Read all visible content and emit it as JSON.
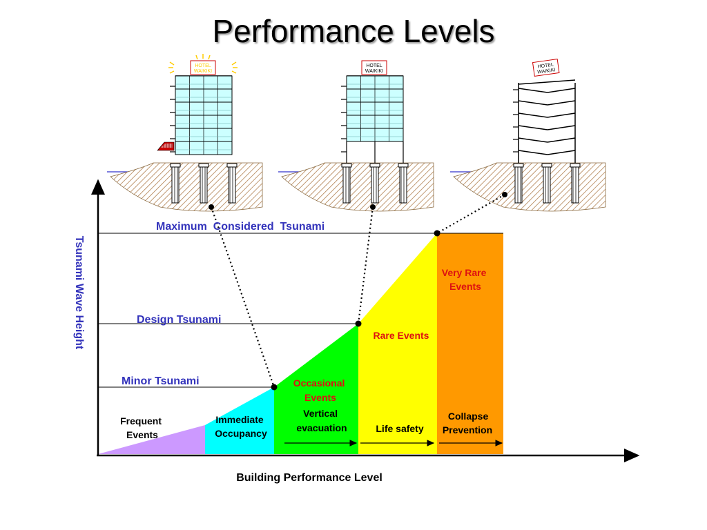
{
  "title": "Performance Levels",
  "axes": {
    "y_label": "Tsunami Wave Height",
    "x_label": "Building Performance Level"
  },
  "tsunami_levels": [
    {
      "key": "max",
      "label": "Maximum  Considered  Tsunami"
    },
    {
      "key": "design",
      "label": "Design Tsunami"
    },
    {
      "key": "minor",
      "label": "Minor Tsunami"
    }
  ],
  "event_zones": [
    {
      "key": "frequent",
      "lines": [
        "Frequent",
        "Events"
      ],
      "color": "#cc99ff"
    },
    {
      "key": "occasional",
      "lines": [
        "Occasional",
        "Events"
      ],
      "color": "#00ff00"
    },
    {
      "key": "rare",
      "lines": [
        "Rare Events"
      ],
      "color": "#ffff00"
    },
    {
      "key": "very_rare",
      "lines": [
        "Very Rare",
        "Events"
      ],
      "color": "#ff9900"
    }
  ],
  "performance_levels": [
    {
      "key": "immediate",
      "lines": [
        "Immediate",
        "Occupancy"
      ],
      "color": "#00ffff"
    },
    {
      "key": "vertical",
      "lines": [
        "Vertical",
        "evacuation"
      ],
      "color": "#00ff00"
    },
    {
      "key": "life_safety",
      "lines": [
        "Life safety"
      ],
      "color": "#ffff00"
    },
    {
      "key": "collapse",
      "lines": [
        "Collapse",
        "Prevention"
      ],
      "color": "#ff9900"
    }
  ],
  "buildings": [
    {
      "key": "building-1",
      "sign": [
        "HOTEL",
        "WAIKIKI"
      ],
      "state": "flooded-light"
    },
    {
      "key": "building-2",
      "sign": [
        "HOTEL",
        "WAIKIKI"
      ],
      "state": "flooded-lower"
    },
    {
      "key": "building-3",
      "sign": [
        "HOTEL",
        "WAIKIKI"
      ],
      "state": "damaged"
    }
  ],
  "colors": {
    "label_blue": "#3333bb",
    "label_red": "#dd1111",
    "glass": "#ccffff",
    "soil": "#cc9966",
    "sign_red": "#cc0000",
    "sun_yellow": "#ffcc00"
  }
}
